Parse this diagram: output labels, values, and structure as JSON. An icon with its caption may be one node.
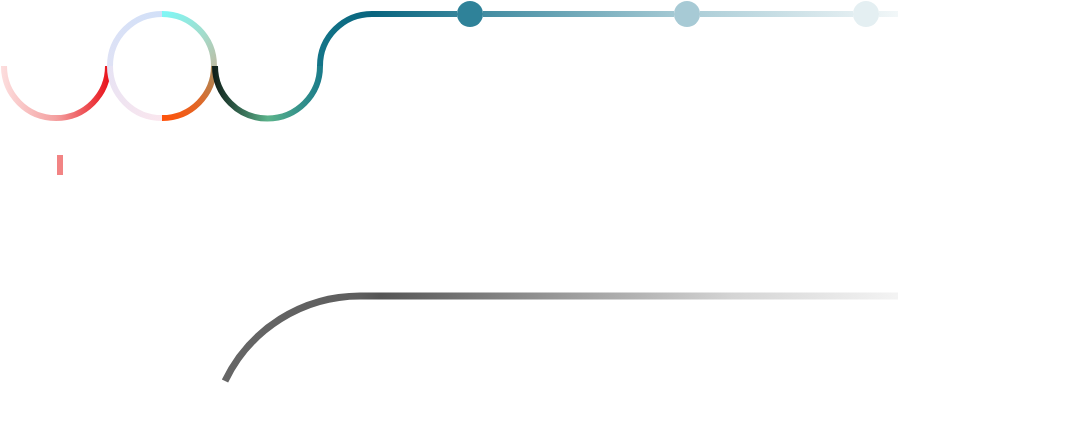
{
  "diagram": {
    "nodes": [
      {
        "text": [],
        "shape": "circle"
      },
      {
        "text": [],
        "shape": "circle"
      },
      {
        "text": [],
        "shape": "circle"
      }
    ],
    "edges": [
      {
        "from": 0,
        "to": 1,
        "arrow": "none"
      },
      {
        "from": 1,
        "to": 2,
        "arrow": "none"
      }
    ]
  }
}
